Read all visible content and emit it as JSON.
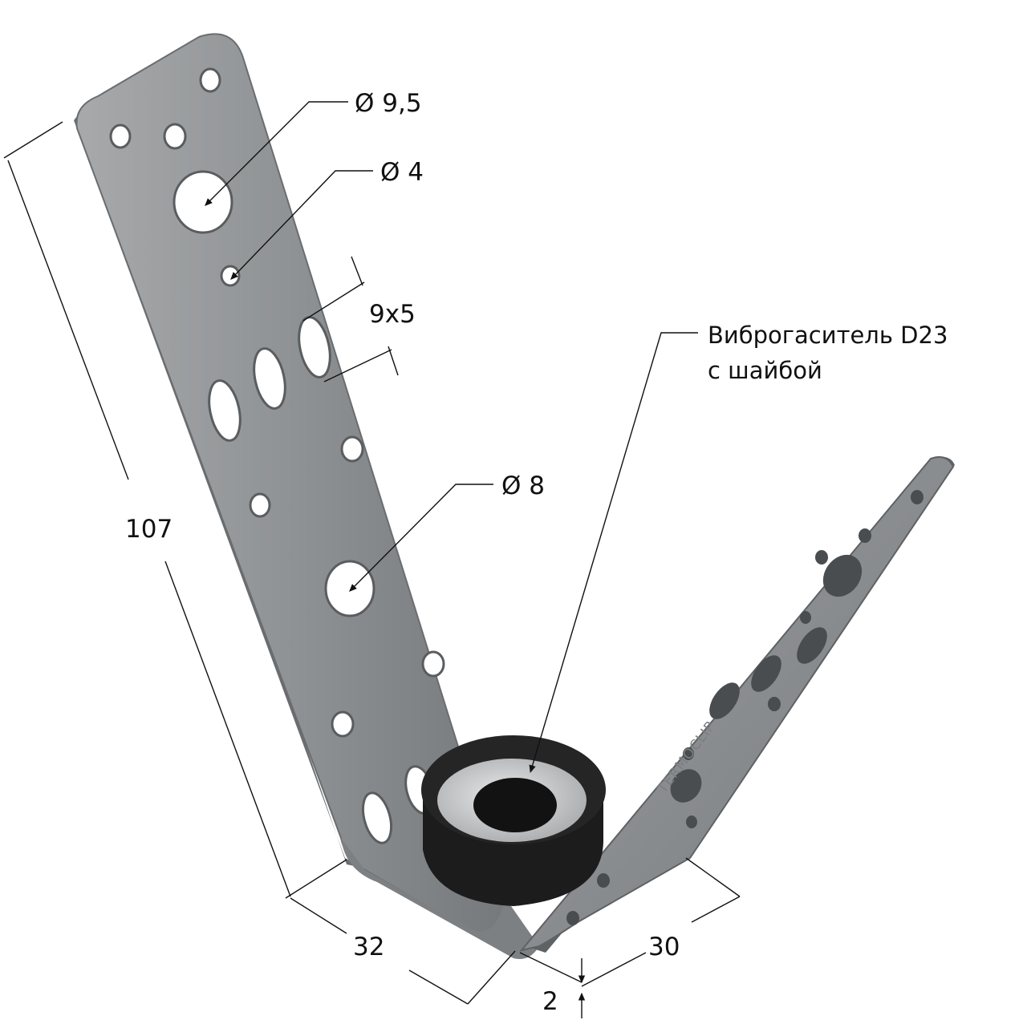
{
  "callouts": {
    "hole_large_top": "Ø 9,5",
    "hole_small": "Ø 4",
    "slot": "9x5",
    "hole_mid": "Ø 8",
    "damper_line1": "Виброгаситель D23",
    "damper_line2": "с шайбой"
  },
  "dimensions": {
    "height": "107",
    "width_left": "32",
    "width_right": "30",
    "thickness": "2"
  },
  "engraving": "TERMOCLIP",
  "colors": {
    "metal_light": "#b9bbbd",
    "metal_mid": "#8e9194",
    "metal_dark": "#5f6265",
    "rubber": "#1c1c1c",
    "washer": "#c8cacc",
    "ink": "#111111"
  }
}
